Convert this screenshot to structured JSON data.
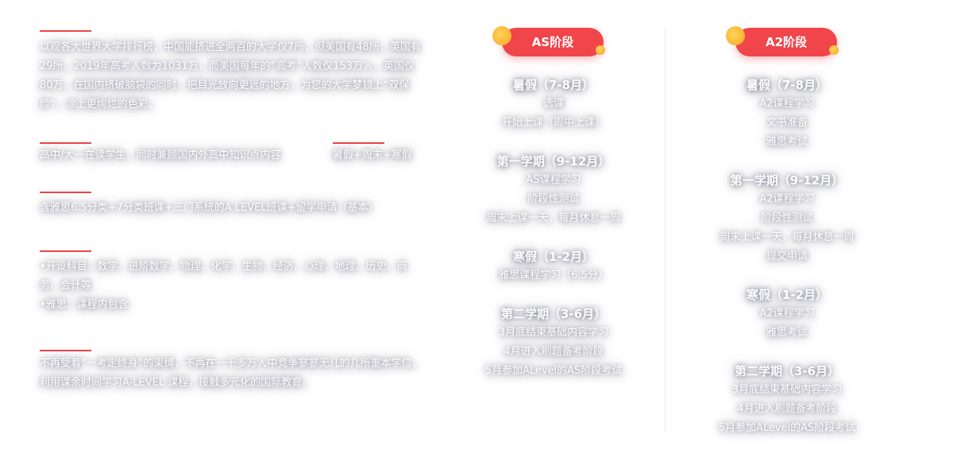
{
  "left": {
    "intro": "以观各大世界大学排行榜，中国能挤进全两百的大学仅7所，但美国有48所，英国有29所。2019年高考人数为1031万，而美国每年的“高考”人数仅153万人，英国仅80万。在国内挤破脑袋的同时，把目光放向更远的地方，为您的大学梦镜上“双保险”，涂上更绚烂的色彩。",
    "target": "高中/大一在读学生，同时兼顾国内外高中知识点内容",
    "schedule": "暑假+周末+寒假",
    "package": "含雅思6.5分类+7分类班课+三门系统的A LEVEL班课+留学申请（基本）",
    "subjects": "•开设科目：数学、进阶数学、物理、化学、生物、经济、心理、地理、历史、商务、会计等",
    "ielts": "•雅思：课程内包含",
    "advantage": "不再受着“一考定终身”的束缚，不再在一千多万人中竞争寥寥无几的几所重本学位，利用课余时间学习A-LEVEL 课程，接触多元化的国际教育。"
  },
  "as_stage": {
    "badge": "AS阶段",
    "periods": [
      {
        "title": "暑假（7-8月）",
        "items": [
          "选课",
          "开始上课（周中上课）"
        ]
      },
      {
        "title": "第一学期（9-12月）",
        "items": [
          "AS课程学习",
          "阶段性测试",
          "周末上课一天，每月休息一周"
        ]
      },
      {
        "title": "寒假（1-2月）",
        "items": [
          "雅思课程学习（6.5分）"
        ]
      },
      {
        "title": "第二学期（3-6月）",
        "items": [
          "3月底结束基础内容学习",
          "4月进入刷题备考阶段",
          "5月参加ALevel的AS阶段考试"
        ]
      }
    ]
  },
  "a2_stage": {
    "badge": "A2阶段",
    "periods": [
      {
        "title": "暑假（7-8月）",
        "items": [
          "A2课程学习",
          "文书准备",
          "雅思考试"
        ]
      },
      {
        "title": "第一学期（9-12月）",
        "items": [
          "A2课程学习",
          "阶段性测试",
          "周末上课一天，每月休息一周",
          "提交申请"
        ]
      },
      {
        "title": "寒假（1-2月）",
        "items": [
          "A2课程学习",
          "雅思考试"
        ]
      },
      {
        "title": "第二学期（3-6月）",
        "items": [
          "3月底结束基础内容学习",
          "4月进入刷题备考阶段",
          "5月参加ALevel的AS阶段考试"
        ]
      }
    ]
  },
  "colors": {
    "accent": "#f0454a",
    "dot": "#f6a623"
  }
}
